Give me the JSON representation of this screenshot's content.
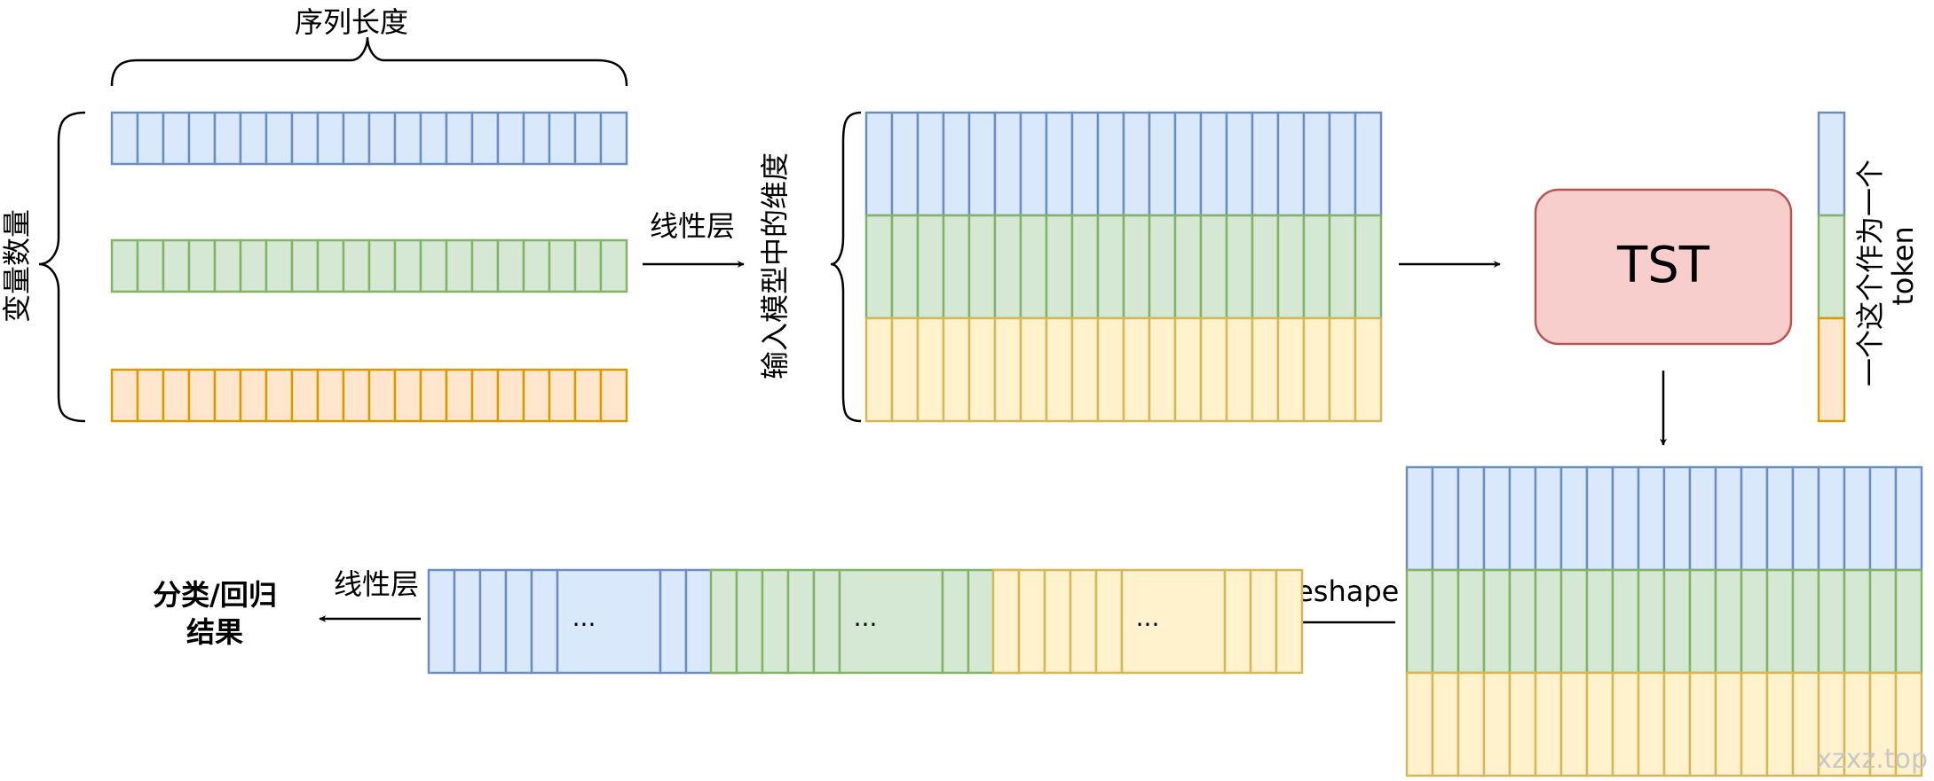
{
  "labels": {
    "seq_length": "序列长度",
    "var_count": "变量数量",
    "linear1": "线性层",
    "model_dim": "输入模型中的维度",
    "tst": "TST",
    "token_note_line1": "一个这个作为一个",
    "token_note_line2": "token",
    "reshape": "reshape",
    "linear2": "线性层",
    "result_line1": "分类/回归",
    "result_line2": "结果",
    "ellipsis": "...",
    "watermark": "xzxz.top"
  },
  "colors": {
    "blue_fill": "#dae8fc",
    "blue_stroke": "#6c8ebf",
    "green_fill": "#d5e8d4",
    "green_stroke": "#82b366",
    "orange_fill": "#ffe6cc",
    "orange_stroke": "#d79b00",
    "yellow_fill": "#fff2cc",
    "yellow_stroke": "#d6b656",
    "tst_fill": "#f8cecc",
    "tst_stroke": "#b85450"
  }
}
